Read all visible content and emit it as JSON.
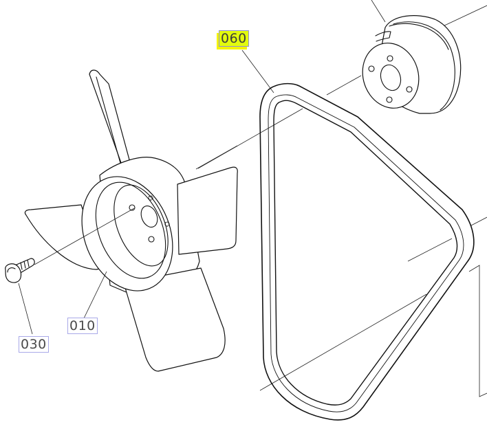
{
  "diagram": {
    "type": "exploded-parts-view",
    "callouts": [
      {
        "id": "060",
        "label": "060",
        "part": "v-belt",
        "highlighted": true,
        "highlight_color": "#e2fb0e"
      },
      {
        "id": "010",
        "label": "010",
        "part": "fan",
        "highlighted": false
      },
      {
        "id": "030",
        "label": "030",
        "part": "bolt",
        "highlighted": false
      }
    ],
    "colors": {
      "highlight": "#e2fb0e",
      "callout_border": "#a8a8e8",
      "callout_text": "#4a4a4a",
      "line": "#111111"
    }
  }
}
